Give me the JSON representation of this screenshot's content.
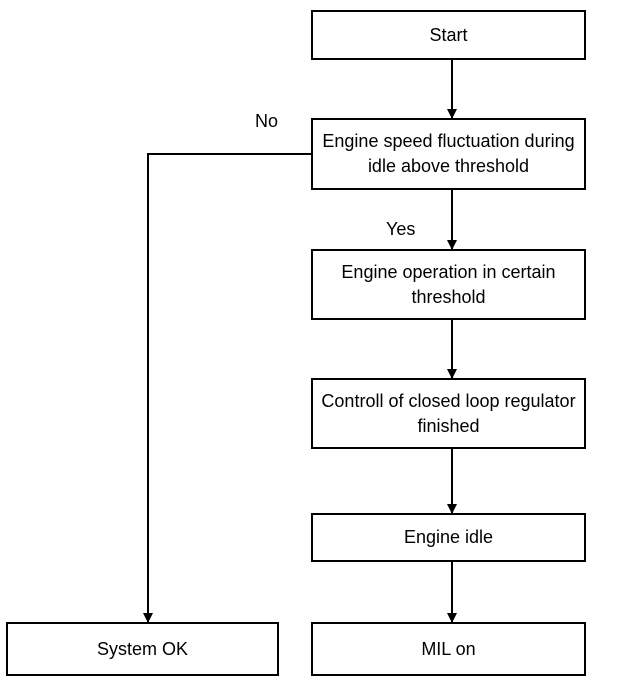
{
  "flowchart": {
    "nodes": {
      "start": "Start",
      "fluctuation": "Engine speed fluctuation during idle above threshold",
      "operation": "Engine operation in certain threshold",
      "regulator": "Controll of closed loop regulator finished",
      "idle": "Engine idle",
      "mil": "MIL on",
      "system_ok": "System OK"
    },
    "edge_labels": {
      "no": "No",
      "yes": "Yes"
    },
    "colors": {
      "stroke": "#000000",
      "background": "#ffffff"
    }
  }
}
